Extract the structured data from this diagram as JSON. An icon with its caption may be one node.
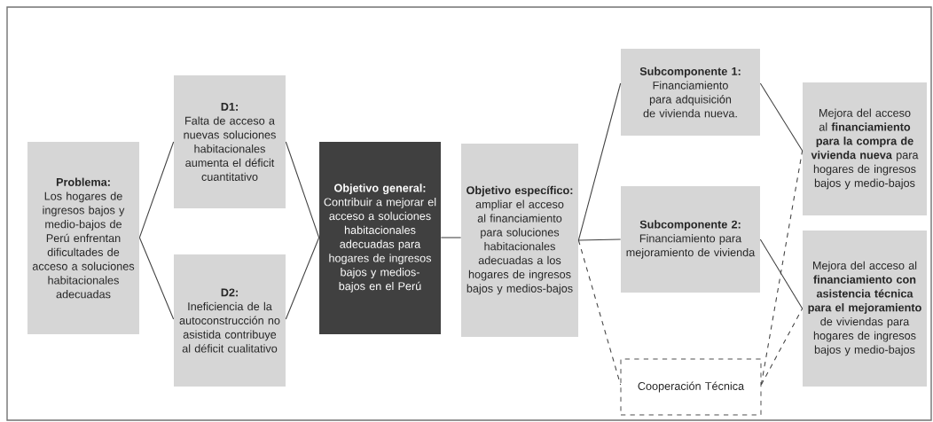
{
  "diagram": {
    "nodes": [
      {
        "text": [
          "Problema:",
          "Los hogares de ingresos bajos y medio-bajos de Perú enfrentan dificultades de acceso a soluciones habitacionales adecuadas"
        ]
      },
      {
        "text": [
          "D1:",
          "Falta de acceso a nuevas soluciones habitacionales aumenta el déficit cuantitativo"
        ]
      },
      {
        "text": [
          "D2:",
          "Ineficiencia de la autoconstrucción no asistida contribuye al déficit cualitativo"
        ]
      },
      {
        "text": [
          "Objetivo general:",
          "Contribuir a mejorar el acceso a soluciones habitacionales adecuadas para hogares de ingresos bajos y medios-bajos en el Perú"
        ]
      },
      {
        "text": [
          "Objetivo específico:",
          "ampliar el acceso al financiamiento para soluciones habitacionales adecuadas a los hogares de ingresos bajos y medios-bajos"
        ]
      },
      {
        "text": [
          "Subcomponente 1:",
          "Financiamiento para adquisición de vivienda nueva."
        ]
      },
      {
        "text": [
          "Subcomponente 2:",
          "Financiamiento para mejoramiento de vivienda"
        ]
      },
      {
        "text": [
          "Cooperación Técnica"
        ]
      },
      {
        "text": [
          "Mejora del acceso al **financiamiento para la compra de vivienda nueva** para hogares de ingresos bajos y medio-bajos"
        ]
      },
      {
        "text": [
          "Mejora del acceso al **financiamiento con asistencia técnica para el mejoramiento** de viviendas para hogares de ingresos bajos y medio-bajos"
        ]
      }
    ],
    "edges": [
      {
        "from": 0,
        "to": 1,
        "arrow": "none"
      },
      {
        "from": 0,
        "to": 2,
        "arrow": "none"
      },
      {
        "from": 1,
        "to": 3,
        "arrow": "none"
      },
      {
        "from": 2,
        "to": 3,
        "arrow": "none"
      },
      {
        "from": 3,
        "to": 4,
        "arrow": "none"
      },
      {
        "from": 4,
        "to": 5,
        "arrow": "none"
      },
      {
        "from": 4,
        "to": 6,
        "arrow": "none"
      },
      {
        "from": 4,
        "to": 7,
        "arrow": "none",
        "style": "dashed"
      },
      {
        "from": 5,
        "to": 8,
        "arrow": "none"
      },
      {
        "from": 6,
        "to": 9,
        "arrow": "none"
      },
      {
        "from": 7,
        "to": 8,
        "arrow": "none",
        "style": "dashed"
      },
      {
        "from": 7,
        "to": 9,
        "arrow": "none",
        "style": "dashed"
      }
    ]
  }
}
